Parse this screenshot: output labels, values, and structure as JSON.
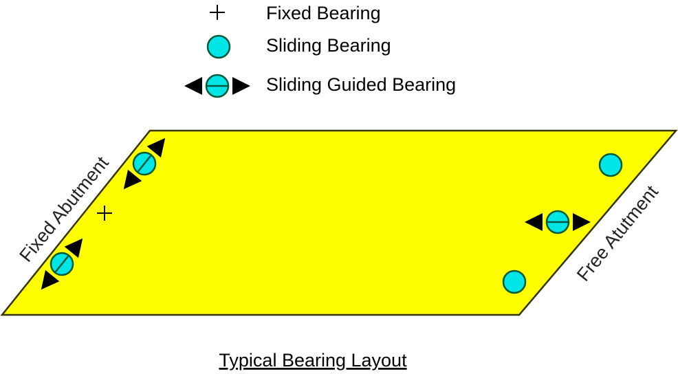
{
  "legend": [
    {
      "symbol": "plus-icon",
      "label": "Fixed Bearing"
    },
    {
      "symbol": "circle-icon",
      "label": "Sliding Bearing"
    },
    {
      "symbol": "guided-circle-arrows-icon",
      "label": "Sliding Guided Bearing"
    }
  ],
  "labels": {
    "fixed_abutment": "Fixed Abutment",
    "free_abutment": "Free Atutment",
    "caption": "Typical Bearing Layout"
  },
  "colors": {
    "deck": "#ffff00",
    "bearing": "#00e5e5",
    "outline": "#333300",
    "bearing_outline": "#005a3c"
  }
}
